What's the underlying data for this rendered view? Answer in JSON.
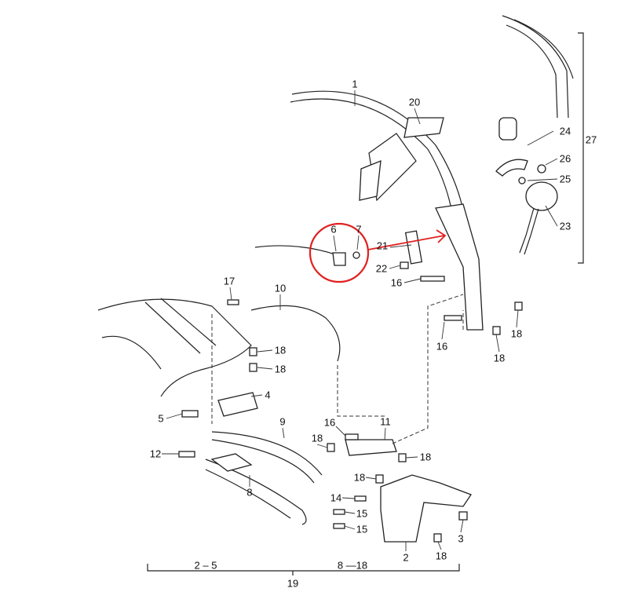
{
  "diagram": {
    "labels": [
      "1",
      "20",
      "27",
      "24",
      "26",
      "25",
      "23",
      "6",
      "7",
      "21",
      "22",
      "16",
      "17",
      "10",
      "18",
      "18",
      "4",
      "5",
      "9",
      "16",
      "11",
      "18",
      "18",
      "12",
      "8",
      "18",
      "14",
      "15",
      "15",
      "16",
      "18",
      "18",
      "3",
      "2",
      "18"
    ],
    "ranges": {
      "left": "2 – 5",
      "right": "8 —18",
      "total": "19"
    },
    "highlight_color": "#e02020"
  }
}
